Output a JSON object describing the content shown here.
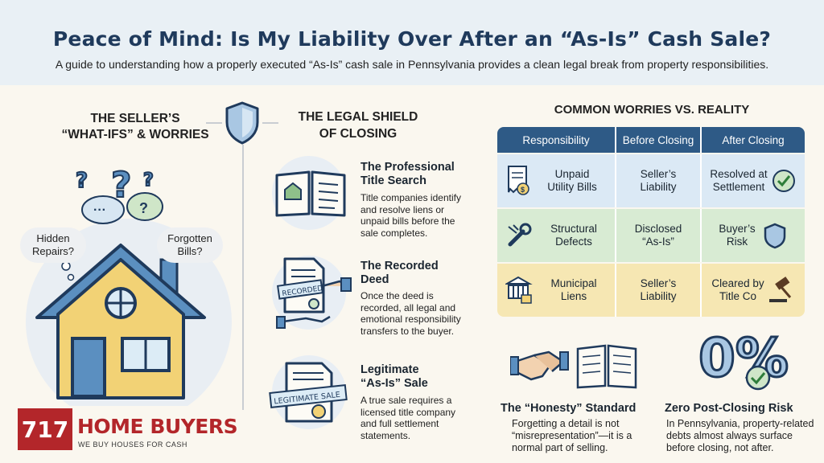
{
  "header": {
    "title": "Peace of Mind: Is My Liability Over After an “As-Is” Cash Sale?",
    "subtitle": "A guide to understanding how a properly executed “As-Is” cash sale in Pennsylvania provides a clean legal break from property responsibilities."
  },
  "left": {
    "heading": "THE SELLER’S\n“WHAT-IFS” & WORRIES",
    "bubble_repairs": "Hidden\nRepairs?",
    "bubble_bills": "Forgotten\nBills?"
  },
  "middle": {
    "heading": "THE LEGAL SHIELD\nOF CLOSING",
    "steps": [
      {
        "title": "The Professional\nTitle Search",
        "text": "Title companies identify\nand resolve liens or\nunpaid bills before the\nsale completes."
      },
      {
        "title": "The Recorded\nDeed",
        "text": "Once the deed is\nrecorded, all legal and\nemotional responsibility\ntransfers to the buyer.",
        "stamp": "RECORDED"
      },
      {
        "title": "Legitimate\n“As-Is” Sale",
        "text": "A true sale requires a\nlicensed title company\nand full settlement\nstatements.",
        "stamp": "LEGITIMATE SALE"
      }
    ]
  },
  "right": {
    "heading": "COMMON WORRIES VS. REALITY",
    "columns": [
      "Responsibility",
      "Before Closing",
      "After Closing"
    ],
    "rows": [
      {
        "responsibility": "Unpaid\nUtility Bills",
        "before": "Seller’s\nLiability",
        "after": "Resolved at\nSettlement",
        "icon": "bill-icon",
        "after_icon": "check-icon"
      },
      {
        "responsibility": "Structural\nDefects",
        "before": "Disclosed\n“As-Is”",
        "after": "Buyer’s\nRisk",
        "icon": "wrench-icon",
        "after_icon": "shield-icon"
      },
      {
        "responsibility": "Municipal\nLiens",
        "before": "Seller’s\nLiability",
        "after": "Cleared by\nTitle Co",
        "icon": "building-lock-icon",
        "after_icon": "gavel-icon"
      }
    ]
  },
  "bottom": {
    "honesty_title": "The “Honesty” Standard",
    "honesty_text": "Forgetting a detail is not\n“misrepresentation”—it is a\nnormal part of selling.",
    "zero_title": "Zero Post-Closing Risk",
    "zero_text": "In Pennsylvania, property-related\ndebts almost always surface\nbefore closing, not after.",
    "zero_big": "0%"
  },
  "logo": {
    "number": "717",
    "name": "HOME BUYERS",
    "tagline": "WE BUY HOUSES FOR CASH"
  },
  "colors": {
    "navy": "#1f3a5c",
    "table_header": "#2e5a86",
    "row_blue": "#dbe9f5",
    "row_green": "#d8ebd3",
    "row_yellow": "#f6e7b3",
    "logo_red": "#b3262a"
  }
}
